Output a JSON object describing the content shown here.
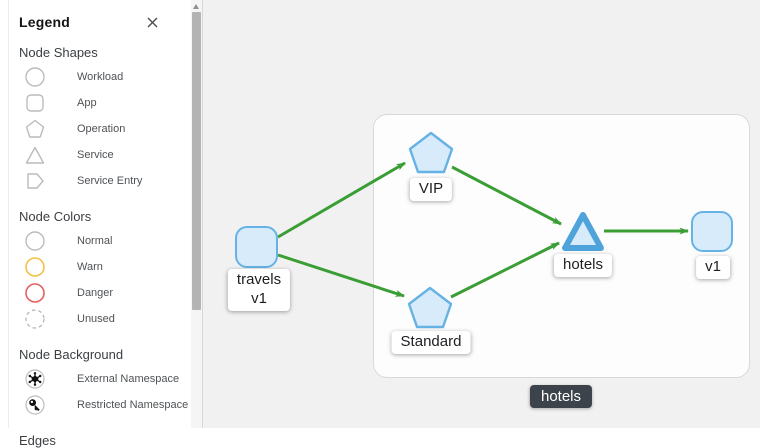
{
  "legend": {
    "title": "Legend",
    "sections": [
      {
        "title": "Node Shapes",
        "items": [
          {
            "icon": "circle",
            "label": "Workload"
          },
          {
            "icon": "rounded-square",
            "label": "App"
          },
          {
            "icon": "pentagon",
            "label": "Operation"
          },
          {
            "icon": "triangle",
            "label": "Service"
          },
          {
            "icon": "service-entry",
            "label": "Service Entry"
          }
        ]
      },
      {
        "title": "Node Colors",
        "items": [
          {
            "icon": "circle-normal",
            "label": "Normal"
          },
          {
            "icon": "circle-warn",
            "label": "Warn"
          },
          {
            "icon": "circle-danger",
            "label": "Danger"
          },
          {
            "icon": "circle-unused",
            "label": "Unused"
          }
        ]
      },
      {
        "title": "Node Background",
        "items": [
          {
            "icon": "external-namespace-icon",
            "label": "External Namespace"
          },
          {
            "icon": "restricted-namespace-icon",
            "label": "Restricted Namespace"
          }
        ]
      },
      {
        "title": "Edges",
        "items": []
      }
    ]
  },
  "graph": {
    "namespace": {
      "label": "hotels"
    },
    "nodes": {
      "travels": {
        "name": "travels",
        "version": "v1",
        "shape": "rounded-square"
      },
      "vip": {
        "label": "VIP",
        "shape": "pentagon"
      },
      "standard": {
        "label": "Standard",
        "shape": "pentagon"
      },
      "hotels": {
        "label": "hotels",
        "shape": "triangle"
      },
      "v1": {
        "label": "v1",
        "shape": "rounded-square"
      }
    },
    "edges": [
      "travels-v1 to VIP",
      "travels-v1 to Standard",
      "VIP to hotels",
      "Standard to hotels",
      "hotels to v1"
    ]
  },
  "colors": {
    "edge_green": "#3a9e35",
    "node_fill": "#d7ebfa",
    "node_border": "#67b2e4",
    "triangle_border": "#4da3da",
    "warn": "#f4c145",
    "danger": "#e4605d",
    "legend_outline": "#b9bcbe",
    "badge_bg": "#3c434a",
    "graph_bg": "#f1f1f1"
  }
}
